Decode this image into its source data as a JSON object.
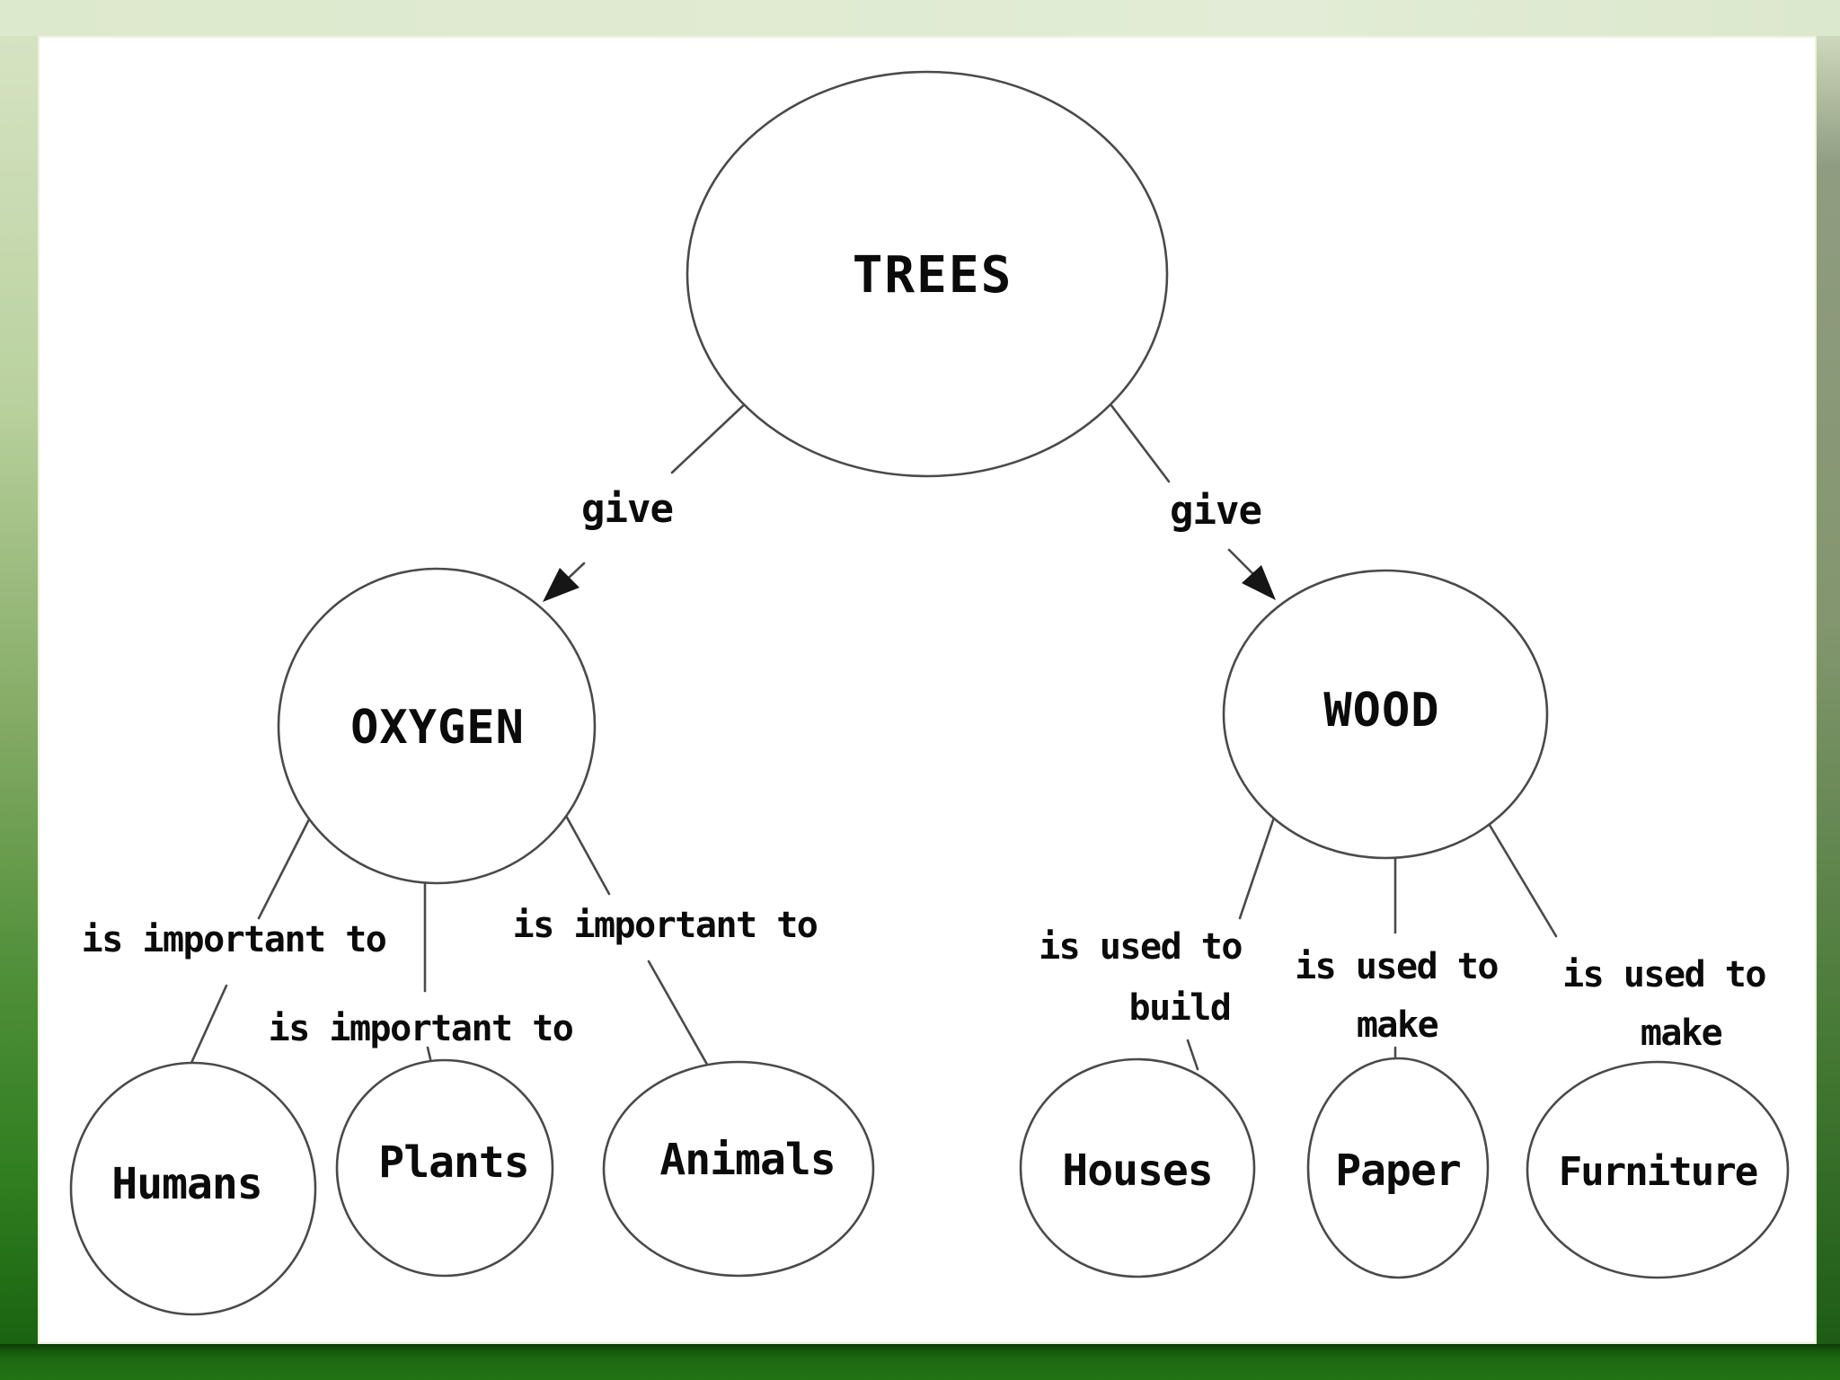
{
  "diagram_type": "concept-map",
  "colors": {
    "panel_background": "#ffffff",
    "ink": "#0b0b0b",
    "shape_stroke": "#4a4a4a",
    "frame_light_green": "#dde9cc",
    "frame_dark_green": "#1d6b12"
  },
  "nodes": {
    "trees": {
      "label": "TREES"
    },
    "oxygen": {
      "label": "OXYGEN"
    },
    "wood": {
      "label": "WOOD"
    },
    "humans": {
      "label": "Humans"
    },
    "plants": {
      "label": "Plants"
    },
    "animals": {
      "label": "Animals"
    },
    "houses": {
      "label": "Houses"
    },
    "paper": {
      "label": "Paper"
    },
    "furniture": {
      "label": "Furniture"
    }
  },
  "edges": {
    "trees_oxygen": {
      "from": "TREES",
      "to": "OXYGEN",
      "label": "give",
      "arrow": true
    },
    "trees_wood": {
      "from": "TREES",
      "to": "WOOD",
      "label": "give",
      "arrow": true
    },
    "oxygen_humans": {
      "from": "OXYGEN",
      "to": "Humans",
      "label": "is important to",
      "arrow": false
    },
    "oxygen_plants": {
      "from": "OXYGEN",
      "to": "Plants",
      "label": "is important to",
      "arrow": false
    },
    "oxygen_animals": {
      "from": "OXYGEN",
      "to": "Animals",
      "label": "is important to",
      "arrow": false
    },
    "wood_houses": {
      "from": "WOOD",
      "to": "Houses",
      "label_line1": "is used to",
      "label_line2": "build",
      "arrow": false
    },
    "wood_paper": {
      "from": "WOOD",
      "to": "Paper",
      "label_line1": "is used to",
      "label_line2": "make",
      "arrow": false
    },
    "wood_furniture": {
      "from": "WOOD",
      "to": "Furniture",
      "label_line1": "is used to",
      "label_line2": "make",
      "arrow": false
    }
  }
}
